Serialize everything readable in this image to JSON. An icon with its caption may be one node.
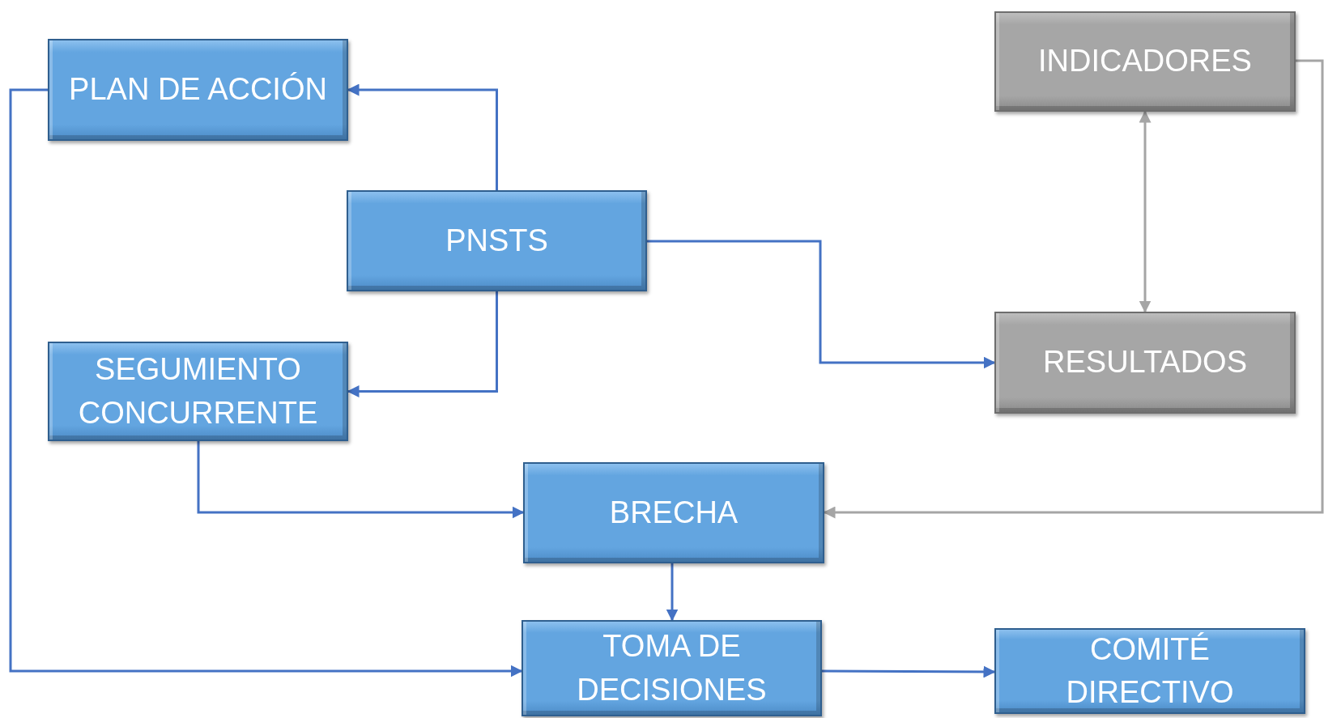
{
  "diagram": {
    "nodes": [
      {
        "text": [
          "PLAN DE ACCIÓN"
        ]
      },
      {
        "text": [
          "PNSTS"
        ]
      },
      {
        "text": [
          "SEGUMIENTO CONCURRENTE"
        ]
      },
      {
        "text": [
          "BRECHA"
        ]
      },
      {
        "text": [
          "TOMA DE DECISIONES"
        ]
      },
      {
        "text": [
          "INDICADORES"
        ]
      },
      {
        "text": [
          "RESULTADOS"
        ]
      },
      {
        "text": [
          "COMITÉ DIRECTIVO"
        ]
      }
    ],
    "edges": [
      {
        "from": 1,
        "to": 0,
        "arrow": "to"
      },
      {
        "from": 1,
        "to": 2,
        "arrow": "to"
      },
      {
        "from": 1,
        "to": 6,
        "arrow": "to"
      },
      {
        "from": 2,
        "to": 3,
        "arrow": "to"
      },
      {
        "from": 3,
        "to": 4,
        "arrow": "to"
      },
      {
        "from": 0,
        "to": 4,
        "arrow": "to"
      },
      {
        "from": 4,
        "to": 7,
        "arrow": "to"
      },
      {
        "from": 5,
        "to": 6,
        "arrow": "both",
        "color": "#a5a5a5"
      },
      {
        "from": 5,
        "to": 3,
        "arrow": "to",
        "color": "#a5a5a5"
      }
    ]
  }
}
